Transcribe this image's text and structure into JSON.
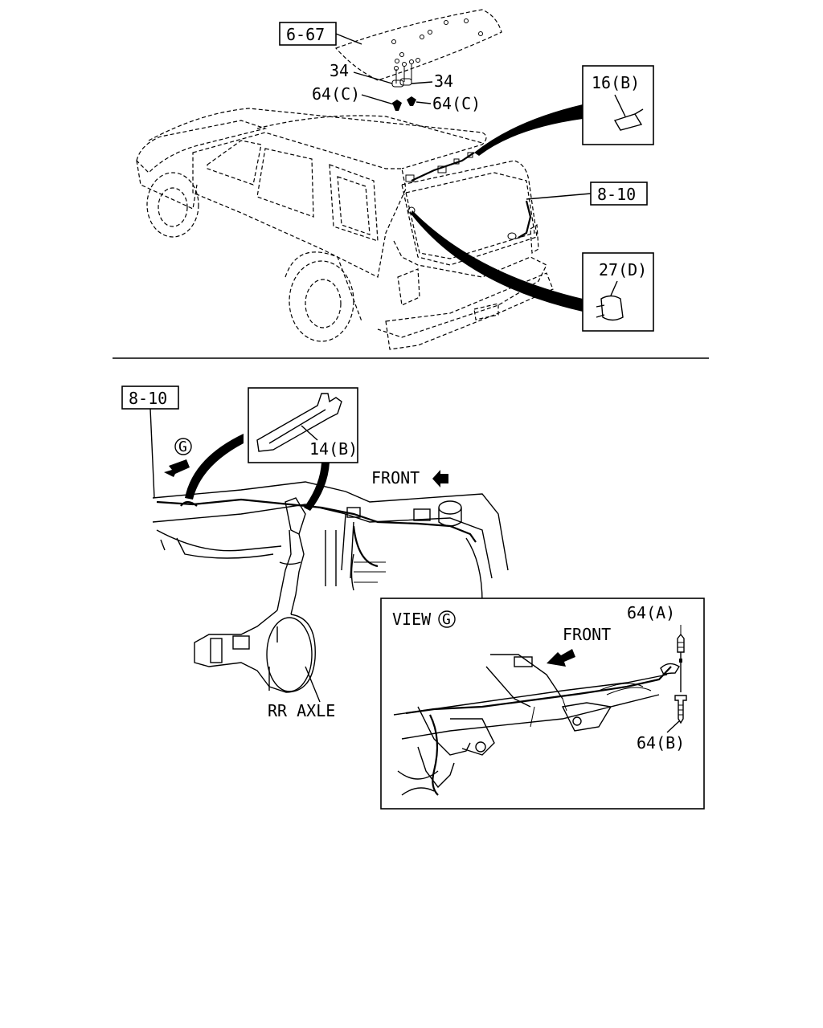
{
  "callouts": {
    "ref_6_67": "6-67",
    "ref_8_10_top": "8-10",
    "ref_8_10_bottom": "8-10"
  },
  "parts": {
    "p34_left": "34",
    "p34_right": "34",
    "p64c_left": "64(C)",
    "p64c_right": "64(C)",
    "p16b": "16(B)",
    "p27d": "27(D)",
    "p14b": "14(B)",
    "p64a": "64(A)",
    "p64b": "64(B)"
  },
  "annotations": {
    "front_main": "FRONT",
    "front_view": "FRONT",
    "view_prefix": "VIEW",
    "view_letter": "G",
    "view_marker": "G",
    "rr_axle": "RR AXLE"
  }
}
